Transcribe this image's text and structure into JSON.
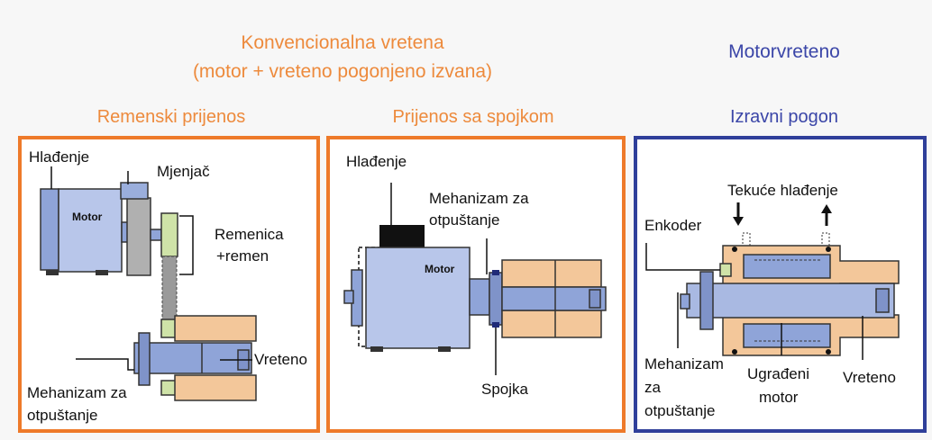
{
  "header": {
    "conventional_line1": "Konvencionalna vretena",
    "conventional_line2": "(motor + vreteno pogonjeno izvana)",
    "motorspindle": "Motorvreteno"
  },
  "panels": {
    "belt": {
      "title": "Remenski prijenos",
      "cooling": "Hlađenje",
      "gearbox": "Mjenjač",
      "pulley_line1": "Remenica",
      "pulley_line2": "+remen",
      "motor": "Motor",
      "spindle": "Vreteno",
      "release_line1": "Mehanizam za",
      "release_line2": "otpuštanje"
    },
    "coupling": {
      "title": "Prijenos sa spojkom",
      "cooling": "Hlađenje",
      "release_line1": "Mehanizam za",
      "release_line2": "otpuštanje",
      "motor": "Motor",
      "coupling": "Spojka"
    },
    "direct": {
      "title": "Izravni pogon",
      "flow_cooling": "Tekuće hlađenje",
      "encoder": "Enkoder",
      "release_line1": "Mehanizam",
      "release_line2": "za",
      "release_line3": "otpuštanje",
      "builtin_line1": "Ugrađeni",
      "builtin_line2": "motor",
      "spindle": "Vreteno"
    }
  },
  "colors": {
    "orange_border": "#ee7a2a",
    "blue_border": "#2f3f9a",
    "motor_blue": "#a9b9e2",
    "housing_orange": "#f3c79a",
    "spindle_blue": "#8fa4d8",
    "pulley_green": "#cfe3a8"
  }
}
